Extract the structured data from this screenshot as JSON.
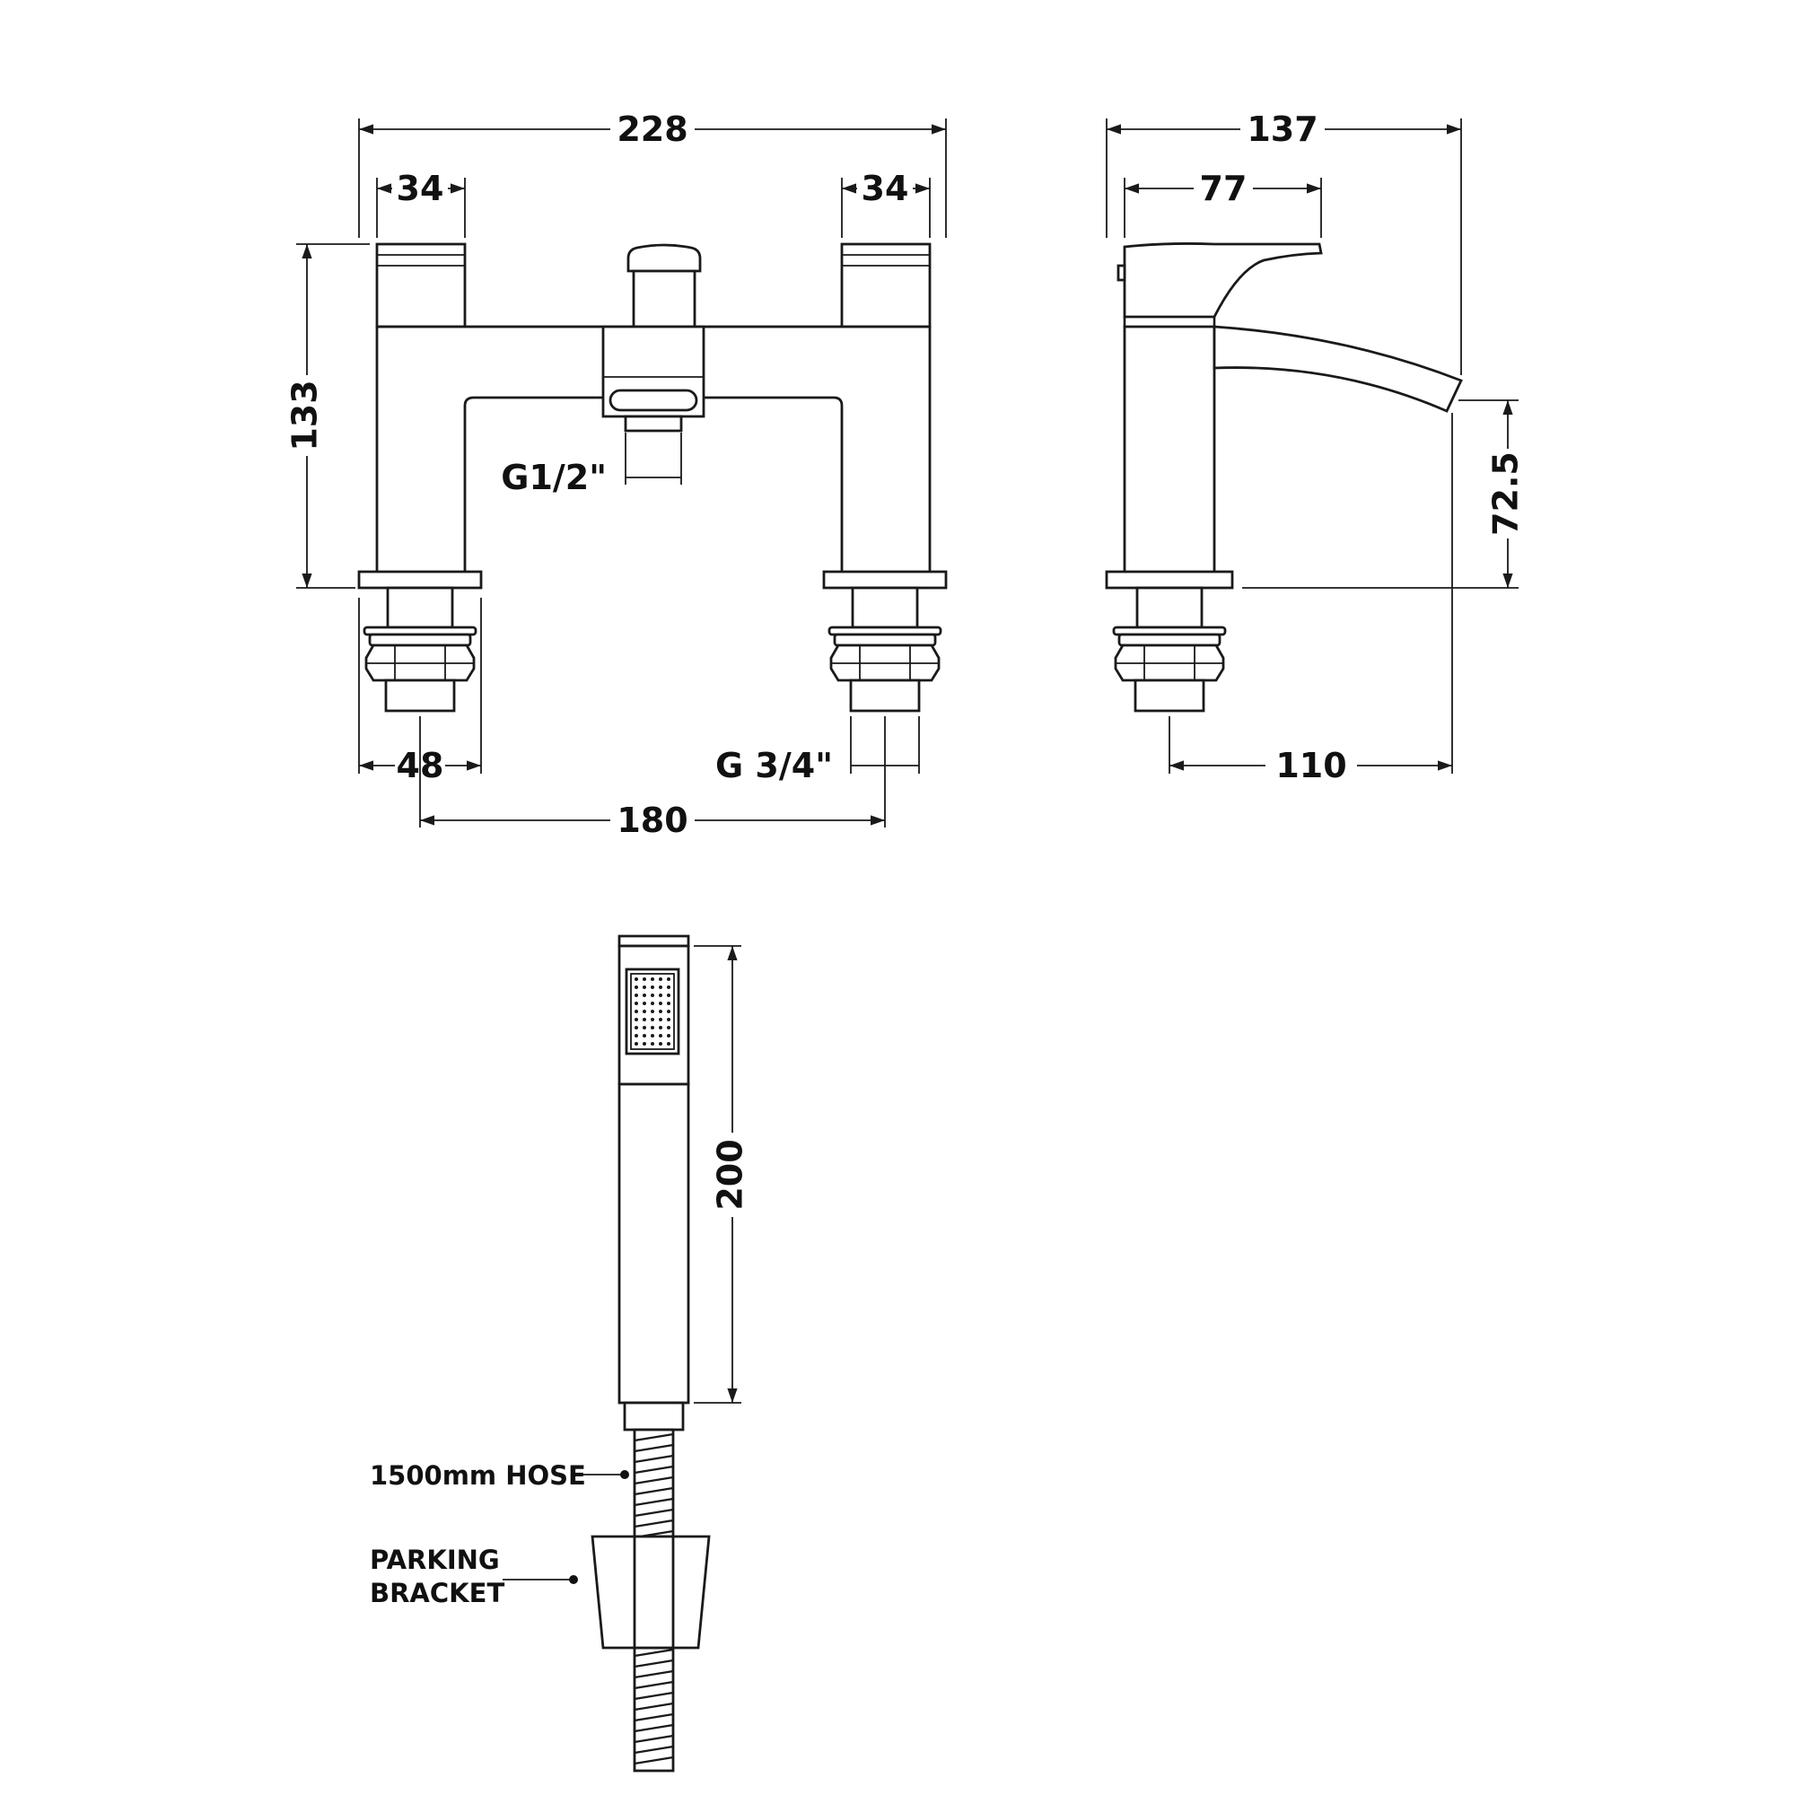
{
  "dimensions": {
    "front_width": "228",
    "handle_left": "34",
    "handle_right": "34",
    "front_height": "133",
    "outlet_thread": "G1/2\"",
    "inlet_left": "48",
    "inlet_thread": "G 3/4\"",
    "centres": "180",
    "side_depth": "137",
    "side_spout_top": "77",
    "side_spout_height": "72.5",
    "side_reach": "110",
    "handset_length": "200"
  },
  "labels": {
    "hose": "1500mm HOSE",
    "bracket_line1": "PARKING",
    "bracket_line2": "BRACKET"
  },
  "colors": {
    "line": "#1a1a1a",
    "background": "#ffffff"
  }
}
